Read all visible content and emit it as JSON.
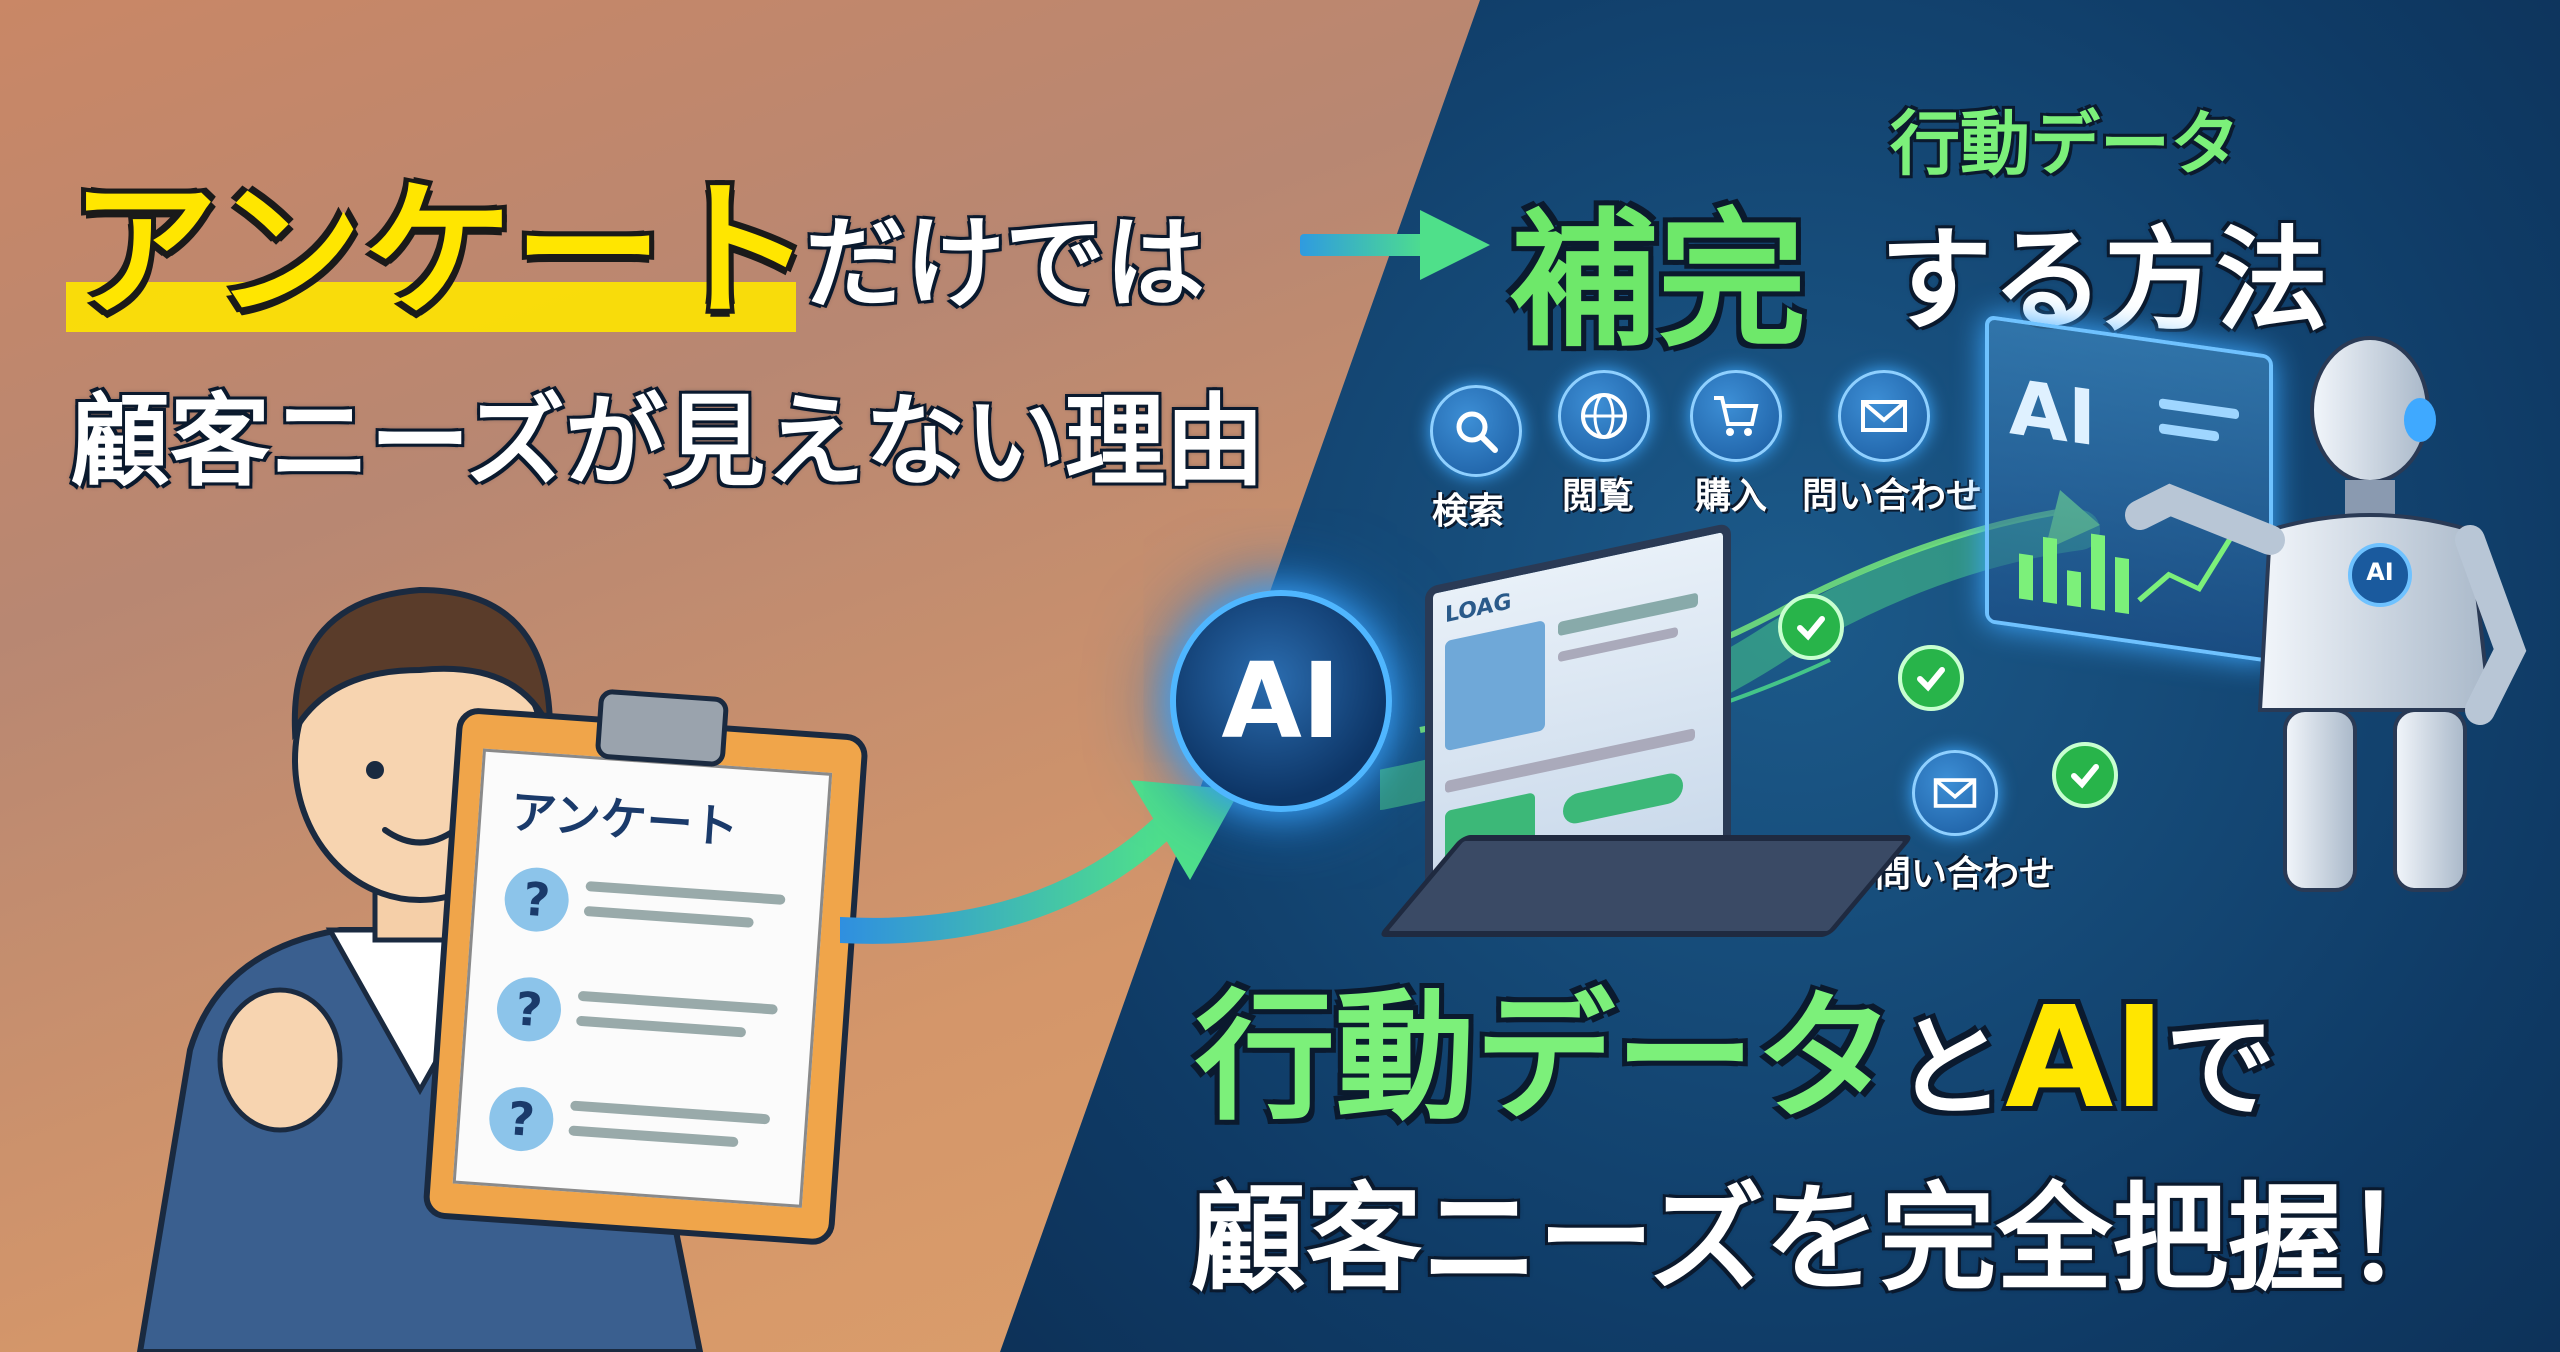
{
  "headline_left": {
    "keyword": "アンケート",
    "suffix": "だけでは",
    "subtitle": "顧客ニーズが見えない理由"
  },
  "headline_right": {
    "ruby": "行動データ",
    "keyword": "補完",
    "suffix": "する方法"
  },
  "clipboard": {
    "title": "アンケート",
    "marks": [
      "?",
      "?",
      "?"
    ]
  },
  "ai_orb": {
    "label": "AI"
  },
  "flow_icons": [
    {
      "label": "検索",
      "icon": "search-icon"
    },
    {
      "label": "閲覧",
      "icon": "globe-icon"
    },
    {
      "label": "購入",
      "icon": "cart-icon"
    },
    {
      "label": "問い合わせ",
      "icon": "mail-icon"
    }
  ],
  "inquiry_icon": {
    "label": "問い合わせ",
    "icon": "mail-icon"
  },
  "laptop": {
    "logo": "LOAG"
  },
  "dashboard": {
    "label": "AI"
  },
  "robot": {
    "chest_label": "AI"
  },
  "bottom": {
    "line1_a": "行動データ",
    "line1_b": "と",
    "line1_c": "AI",
    "line1_d": "で",
    "line2": "顧客ニーズを完全把握！"
  },
  "colors": {
    "yellow": "#ffe600",
    "green": "#6ee86a",
    "navy": "#0a2648",
    "blue_glow": "#3fa9ff"
  }
}
